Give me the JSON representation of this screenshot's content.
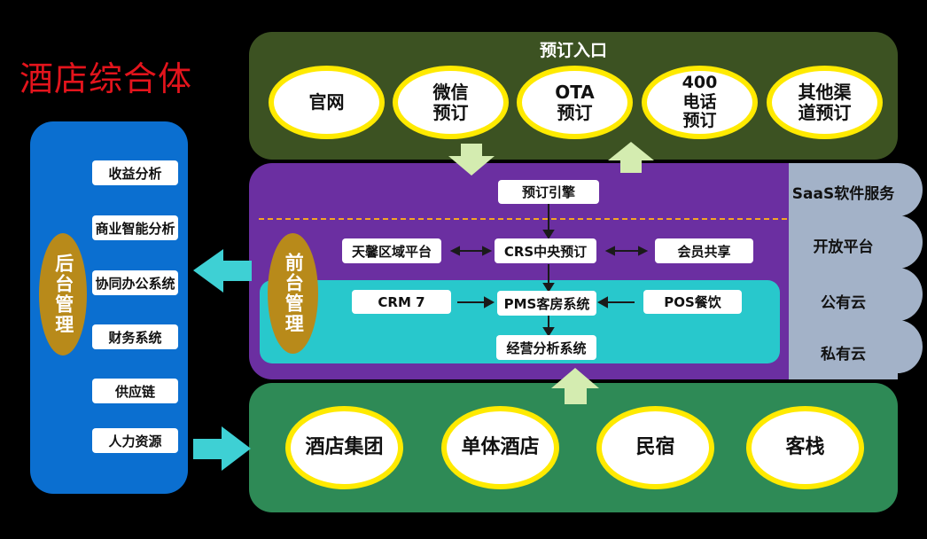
{
  "title": "酒店综合体",
  "booking": {
    "label": "预订入口",
    "channels": [
      "官网",
      "微信\n预订",
      "OTA\n预订",
      "400\n电话\n预订",
      "其他渠\n道预订"
    ]
  },
  "front": {
    "engine": "预订引擎",
    "tianxin": "天馨区域平台",
    "crs": "CRS中央预订",
    "member": "会员共享",
    "crm": "CRM 7",
    "pms": "PMS客房系统",
    "pos": "POS餐饮",
    "analysis": "经营分析系统",
    "management": "前台管理"
  },
  "saas": [
    "SaaS软件服务",
    "开放平台",
    "公有云",
    "私有云"
  ],
  "back": {
    "management": "后台管理",
    "items": [
      "收益分析",
      "商业智能分析",
      "协同办公系统",
      "财务系统",
      "供应链",
      "人力资源"
    ]
  },
  "customers": [
    "酒店集团",
    "单体酒店",
    "民宿",
    "客栈"
  ],
  "colors": {
    "title": "#e3141c",
    "booking_panel": "#3c5222",
    "front_panel": "#6b2fa1",
    "cyan_panel": "#28c8cc",
    "bottom_panel": "#2e8a56",
    "back_panel": "#0b6fd0",
    "oval_border": "#ffea00",
    "saas": "#a3b2c8",
    "arrow_green": "#d4ecb0",
    "arrow_cyan": "#3ed0d4",
    "gold": "#b88a1a"
  }
}
